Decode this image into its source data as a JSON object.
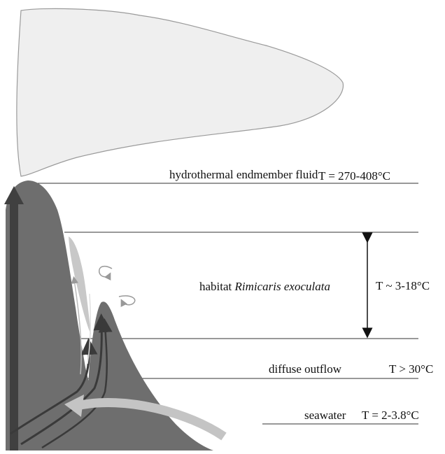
{
  "labels": {
    "endmember": "hydrothermal endmember fluid",
    "endmember_temp": "T = 270-408°C",
    "habitat_prefix": "habitat ",
    "habitat_species": "Rimicaris exoculata",
    "habitat_temp": "T ~ 3-18°C",
    "diffuse": "diffuse outflow",
    "diffuse_temp": "T > 30°C",
    "seawater": "seawater",
    "seawater_temp": "T = 2-3.8°C"
  },
  "colors": {
    "plume": "#efefef",
    "chimney": "#6e6e6e",
    "flow_arrow": "#4a4a4a",
    "seawater_arrow": "#c4c4c4",
    "habitat_zone": "#c8c8c8",
    "line": "#333333"
  }
}
